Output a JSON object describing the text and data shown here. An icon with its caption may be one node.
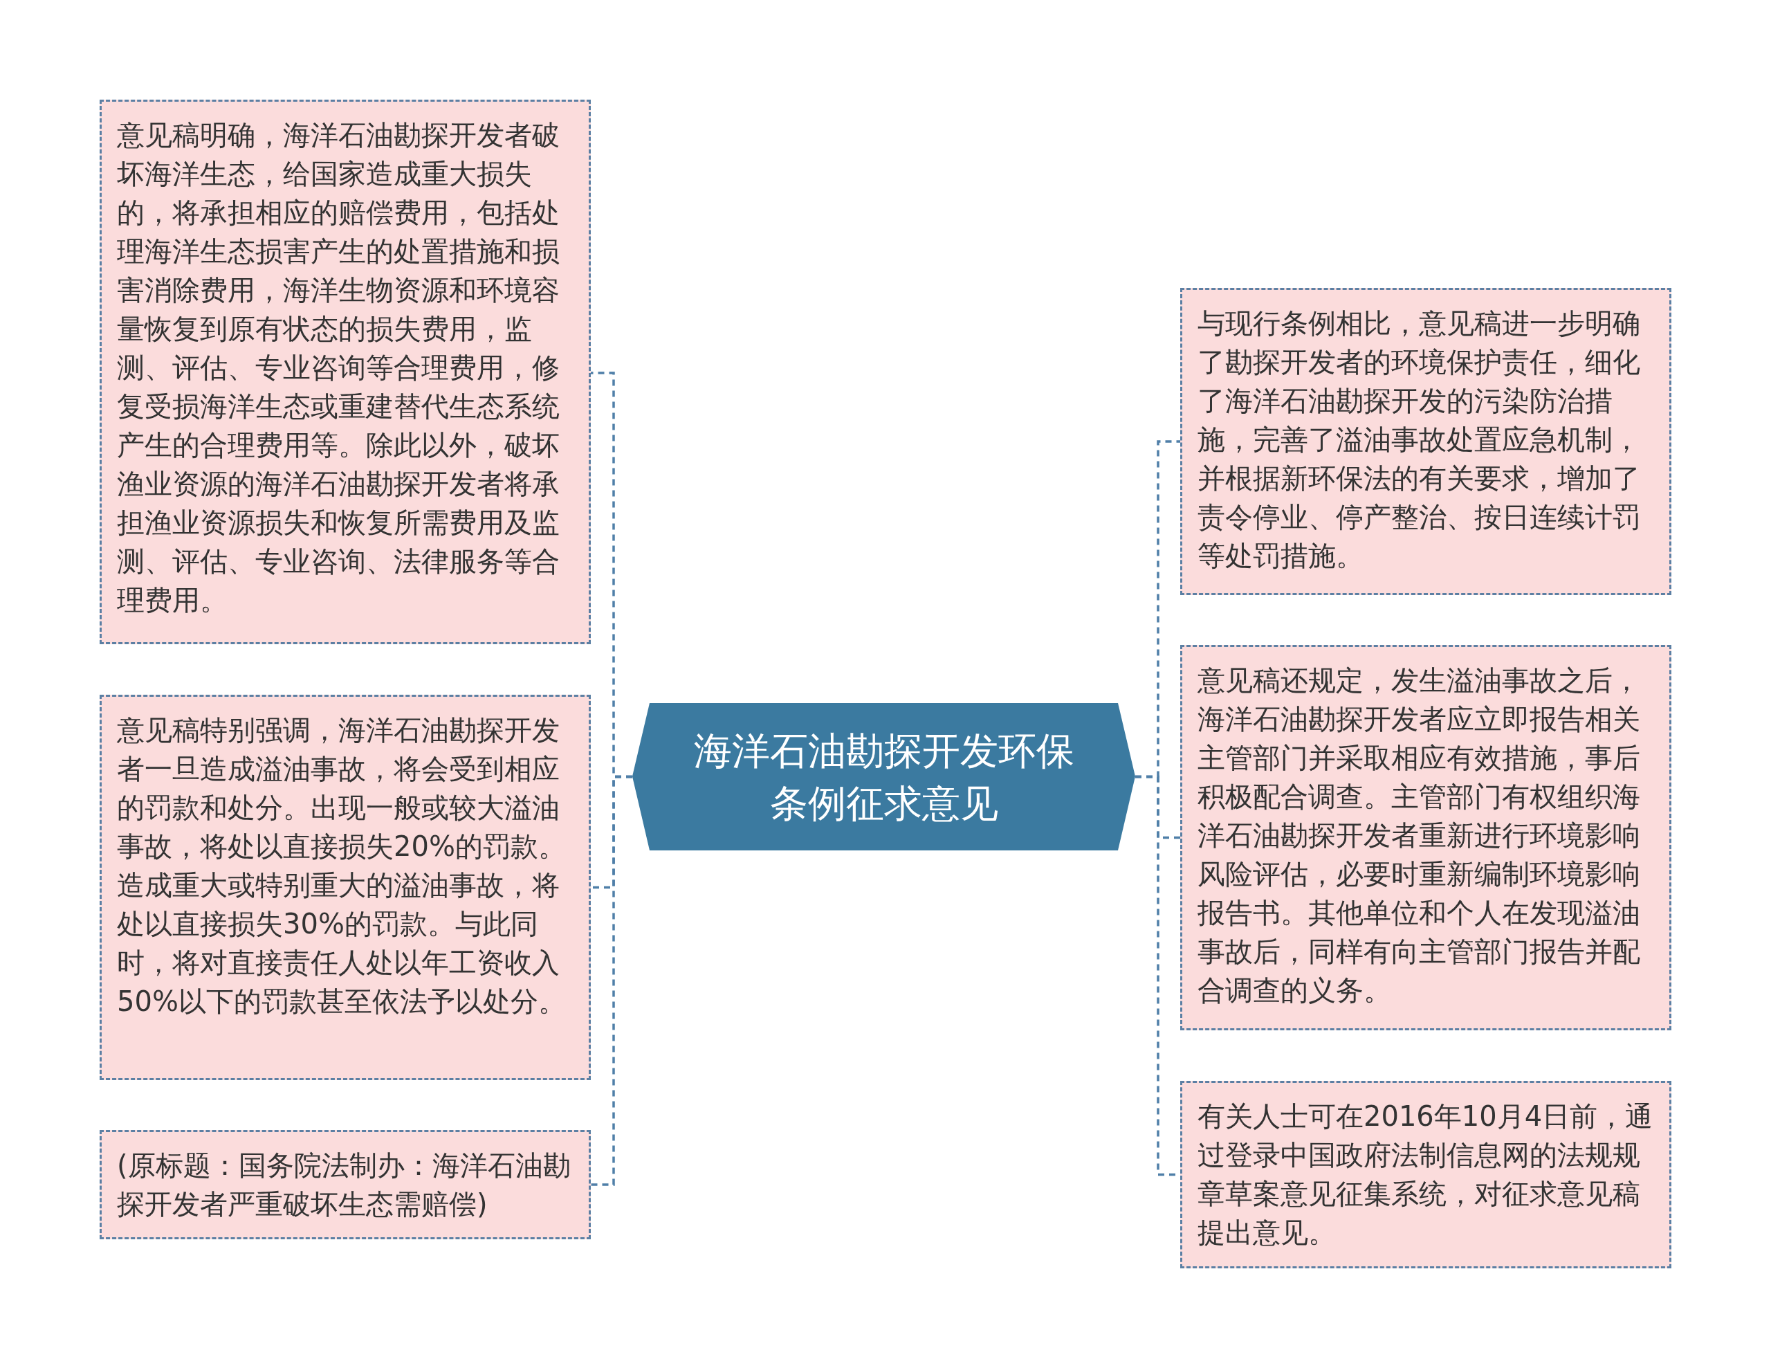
{
  "diagram": {
    "nodes": [
      {
        "text": [
          "海洋石油勘探开发环保条例征求意见"
        ]
      },
      {
        "text": [
          "意见稿明确，海洋石油勘探开发者破坏海洋生态，给国家造成重大损失的，将承担相应的赔偿费用，包括处理海洋生态损害产生的处置措施和损害消除费用，海洋生物资源和环境容量恢复到原有状态的损失费用，监测、评估、专业咨询等合理费用，修复受损海洋生态或重建替代生态系统产生的合理费用等。除此以外，破坏渔业资源的海洋石油勘探开发者将承担渔业资源损失和恢复所需费用及监测、评估、专业咨询、法律服务等合理费用。"
        ]
      },
      {
        "text": [
          "意见稿特别强调，海洋石油勘探开发者一旦造成溢油事故，将会受到相应的罚款和处分。出现一般或较大溢油事故，将处以直接损失20%的罚款。造成重大或特别重大的溢油事故，将处以直接损失30%的罚款。与此同时，将对直接责任人处以年工资收入50%以下的罚款甚至依法予以处分。"
        ]
      },
      {
        "text": [
          "(原标题：国务院法制办：海洋石油勘探开发者严重破坏生态需赔偿)"
        ]
      },
      {
        "text": [
          "与现行条例相比，意见稿进一步明确了勘探开发者的环境保护责任，细化了海洋石油勘探开发的污染防治措施，完善了溢油事故处置应急机制，并根据新环保法的有关要求，增加了责令停业、停产整治、按日连续计罚等处罚措施。"
        ]
      },
      {
        "text": [
          "意见稿还规定，发生溢油事故之后，海洋石油勘探开发者应立即报告相关主管部门并采取相应有效措施，事后积极配合调查。主管部门有权组织海洋石油勘探开发者重新进行环境影响风险评估，必要时重新编制环境影响报告书。其他单位和个人在发现溢油事故后，同样有向主管部门报告并配合调查的义务。"
        ]
      },
      {
        "text": [
          "有关人士可在2016年10月4日前，通过登录中国政府法制信息网的法规规章草案意见征集系统，对征求意见稿提出意见。"
        ]
      }
    ],
    "edges": [
      {
        "from": 0,
        "to": 1,
        "arrow": "none"
      },
      {
        "from": 0,
        "to": 2,
        "arrow": "none"
      },
      {
        "from": 0,
        "to": 3,
        "arrow": "none"
      },
      {
        "from": 0,
        "to": 4,
        "arrow": "none"
      },
      {
        "from": 0,
        "to": 5,
        "arrow": "none"
      },
      {
        "from": 0,
        "to": 6,
        "arrow": "none"
      }
    ]
  }
}
